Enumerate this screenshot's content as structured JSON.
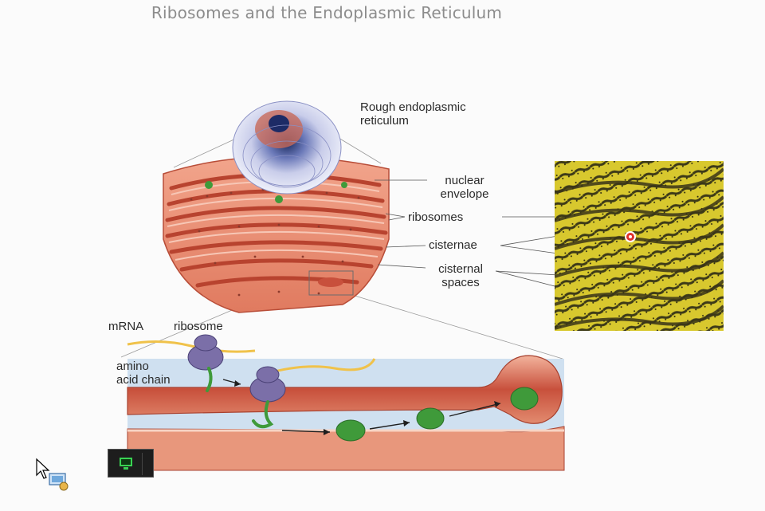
{
  "slide": {
    "title": "Ribosomes and the Endoplasmic Reticulum"
  },
  "labels": {
    "rough_er": [
      "Rough endoplasmic",
      "reticulum"
    ],
    "nuclear_envelope": [
      "nuclear",
      "envelope"
    ],
    "ribosomes": "ribosomes",
    "cisternae": "cisternae",
    "cisternal_spaces": [
      "cisternal",
      "spaces"
    ],
    "mrna": "mRNA",
    "ribosome": "ribosome",
    "amino_acid_chain": [
      "amino",
      "acid chain"
    ]
  },
  "colors": {
    "er_membrane": "#e8856a",
    "er_dark": "#c9553f",
    "ribosome": "#7b6fa8",
    "protein": "#3f9a3a",
    "mrna": "#f0c24a",
    "micrograph_bg": "#d8c82e",
    "lumen_blue": "#cfe0f0"
  },
  "icons": {
    "taskbar": "monitor-icon",
    "cursor": "arrow-cursor-icon"
  }
}
